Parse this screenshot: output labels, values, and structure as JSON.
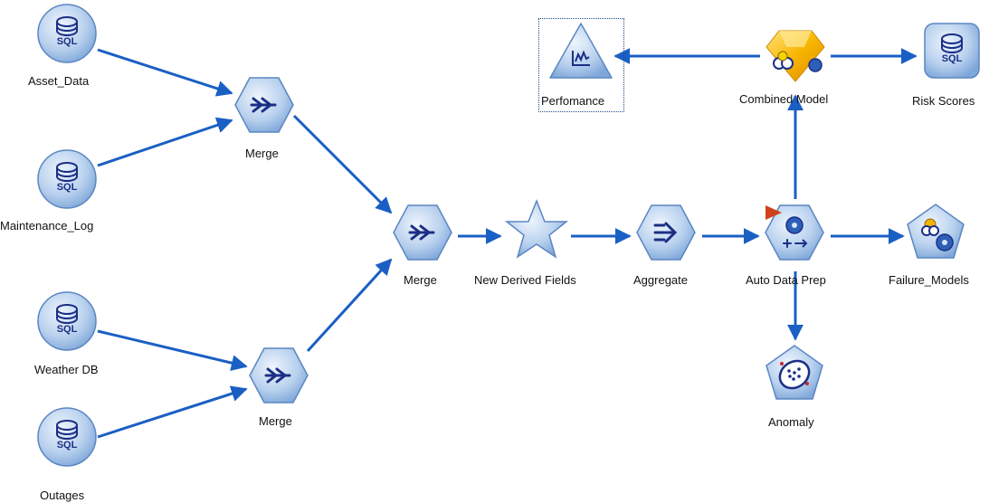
{
  "nodes": {
    "asset_data": {
      "label": "Asset_Data",
      "icon": "sql-database-icon"
    },
    "maintenance_log": {
      "label": "Maintenance_Log",
      "icon": "sql-database-icon"
    },
    "weather_db": {
      "label": "Weather DB",
      "icon": "sql-database-icon"
    },
    "outages": {
      "label": "Outages",
      "icon": "sql-database-icon"
    },
    "merge_top": {
      "label": "Merge",
      "icon": "merge-icon"
    },
    "merge_bottom": {
      "label": "Merge",
      "icon": "merge-icon"
    },
    "merge_center": {
      "label": "Merge",
      "icon": "merge-icon"
    },
    "new_derived_fields": {
      "label": "New Derived Fields",
      "icon": "star-icon"
    },
    "aggregate": {
      "label": "Aggregate",
      "icon": "aggregate-icon"
    },
    "auto_data_prep": {
      "label": "Auto Data Prep",
      "icon": "auto-data-prep-icon"
    },
    "failure_models": {
      "label": "Failure_Models",
      "icon": "model-gears-icon"
    },
    "anomaly": {
      "label": "Anomaly",
      "icon": "anomaly-icon"
    },
    "combined_model": {
      "label": "Combined Model",
      "icon": "model-nugget-icon"
    },
    "risk_scores": {
      "label": "Risk Scores",
      "icon": "sql-database-icon"
    },
    "performance": {
      "label": "Perfomance",
      "icon": "graph-icon",
      "selected": true
    }
  },
  "colors": {
    "connector": "#1a5fc4",
    "node_fill_light": "#d6e6f7",
    "node_fill_dark": "#7fa7d9",
    "node_stroke": "#5b86c2",
    "icon_dark": "#1b2f86",
    "nugget_gold": "#f5b400"
  }
}
